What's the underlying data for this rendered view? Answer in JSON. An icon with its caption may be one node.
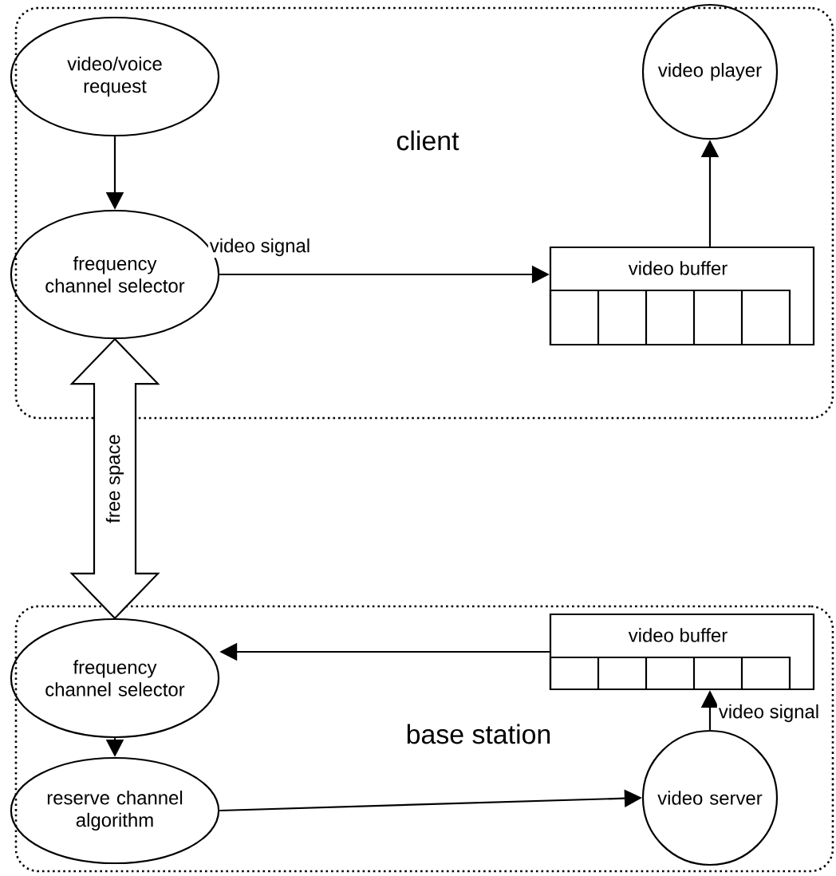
{
  "diagram": {
    "nodes": [
      {
        "text": [
          "client"
        ]
      },
      {
        "text": [
          "video/voice request"
        ],
        "in": 0
      },
      {
        "text": [
          "frequency channel selector"
        ],
        "in": 0
      },
      {
        "text": [
          "video player"
        ],
        "in": 0
      },
      {
        "text": [
          "video buffer"
        ],
        "in": 0
      },
      {
        "text": [
          "base station"
        ]
      },
      {
        "text": [
          "frequency channel selector"
        ],
        "in": 5
      },
      {
        "text": [
          "video buffer"
        ],
        "in": 5
      },
      {
        "text": [
          "reserve channel algorithm"
        ],
        "in": 5
      },
      {
        "text": [
          "video server"
        ],
        "in": 5
      }
    ],
    "edges": [
      {
        "from": 1,
        "to": 2,
        "arrow": "to"
      },
      {
        "from": 2,
        "to": 4,
        "arrow": "to",
        "label": "video signal"
      },
      {
        "from": 4,
        "to": 3,
        "arrow": "to"
      },
      {
        "from": 2,
        "to": 6,
        "arrow": "both",
        "label": "free space",
        "style": "thick"
      },
      {
        "from": 7,
        "to": 6,
        "arrow": "to"
      },
      {
        "from": 9,
        "to": 7,
        "arrow": "to",
        "label": "video signal"
      },
      {
        "from": 6,
        "to": 8,
        "arrow": "to"
      },
      {
        "from": 8,
        "to": 9,
        "arrow": "to"
      }
    ]
  }
}
